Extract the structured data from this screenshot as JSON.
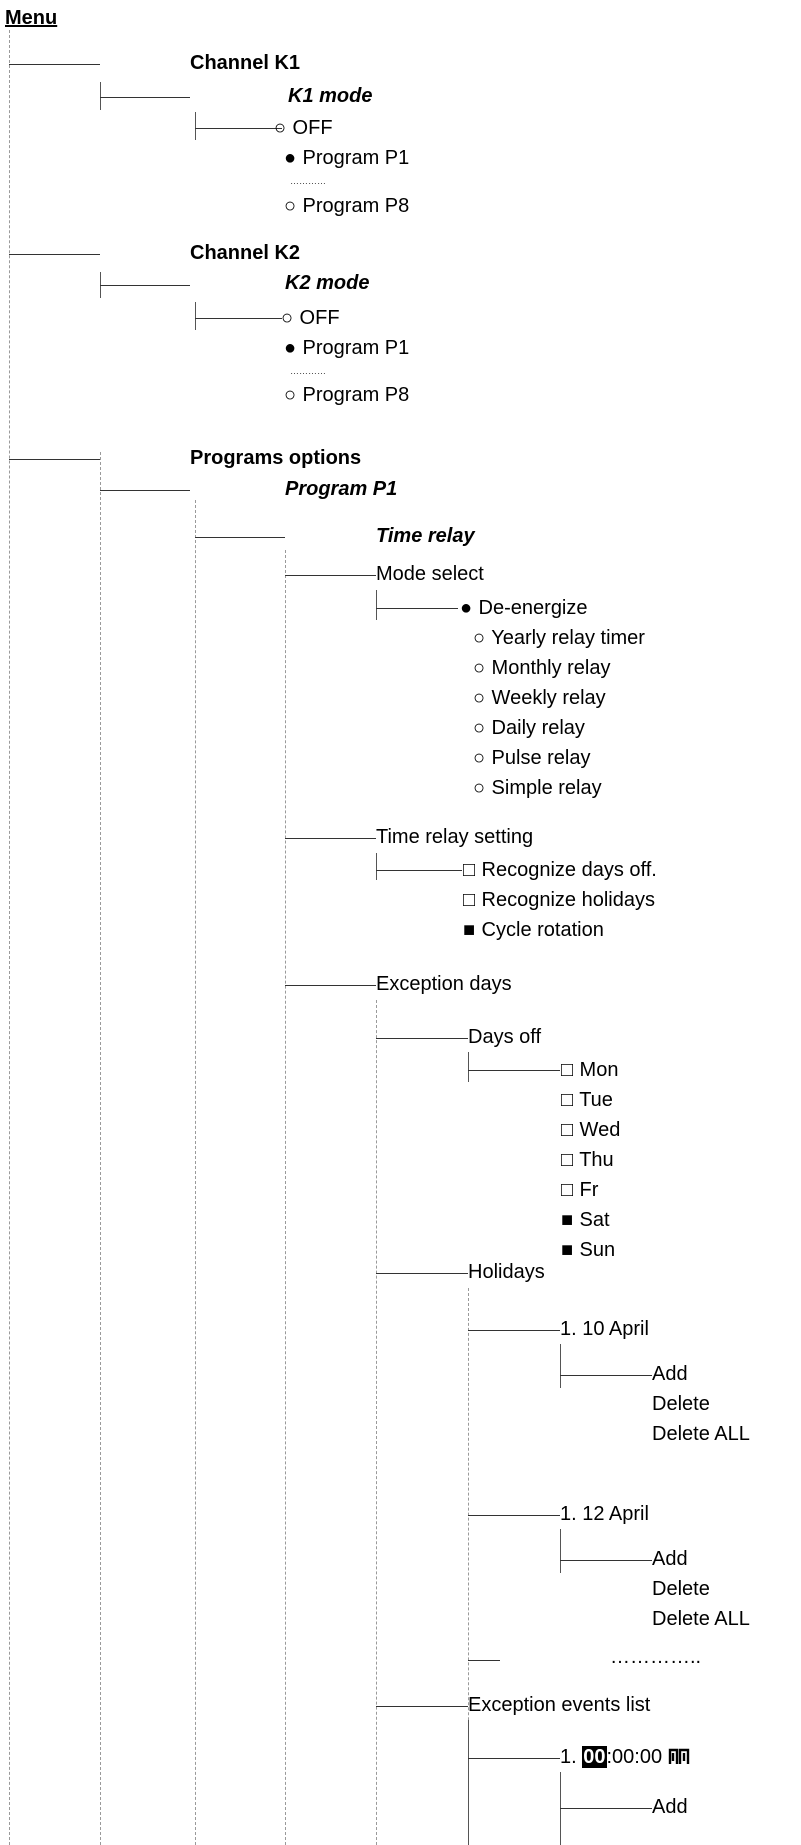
{
  "menu_title": "Menu",
  "channel_k1": {
    "title": "Channel K1",
    "mode_title": "K1 mode",
    "options": [
      {
        "symbol": "○",
        "label": "OFF"
      },
      {
        "symbol": "●",
        "label": "Program P1"
      },
      {
        "symbol": "○",
        "label": "Program P8"
      }
    ],
    "ellipsis": "…………"
  },
  "channel_k2": {
    "title": "Channel K2",
    "mode_title": "K2 mode",
    "options": [
      {
        "symbol": "○",
        "label": "OFF"
      },
      {
        "symbol": "●",
        "label": "Program P1"
      },
      {
        "symbol": "○",
        "label": "Program P8"
      }
    ],
    "ellipsis": "…………"
  },
  "programs": {
    "title": "Programs options",
    "program": "Program P1",
    "time_relay": "Time relay",
    "mode_select": {
      "title": "Mode select",
      "options": [
        {
          "symbol": "●",
          "label": "De-energize"
        },
        {
          "symbol": "○",
          "label": "Yearly relay timer"
        },
        {
          "symbol": "○",
          "label": "Monthly relay"
        },
        {
          "symbol": "○",
          "label": "Weekly relay"
        },
        {
          "symbol": "○",
          "label": "Daily relay"
        },
        {
          "symbol": "○",
          "label": "Pulse relay"
        },
        {
          "symbol": "○",
          "label": "Simple relay"
        }
      ]
    },
    "time_relay_setting": {
      "title": "Time relay setting",
      "options": [
        {
          "symbol": "□",
          "label": "Recognize days off."
        },
        {
          "symbol": "□",
          "label": "Recognize holidays"
        },
        {
          "symbol": "■",
          "label": "Cycle rotation"
        }
      ]
    },
    "exception_days": {
      "title": "Exception days",
      "days_off": {
        "title": "Days off",
        "days": [
          {
            "symbol": "□",
            "label": "Mon"
          },
          {
            "symbol": "□",
            "label": "Tue"
          },
          {
            "symbol": "□",
            "label": "Wed"
          },
          {
            "symbol": "□",
            "label": "Thu"
          },
          {
            "symbol": "□",
            "label": "Fr"
          },
          {
            "symbol": "■",
            "label": "Sat"
          },
          {
            "symbol": "■",
            "label": "Sun"
          }
        ]
      },
      "holidays": {
        "title": "Holidays",
        "entries": [
          {
            "label": "1. 10 April",
            "actions": [
              "Add",
              "Delete",
              "Delete ALL"
            ]
          },
          {
            "label": "1. 12 April",
            "actions": [
              "Add",
              "Delete",
              "Delete ALL"
            ]
          }
        ],
        "ellipsis": "………….."
      },
      "exception_events": {
        "title": "Exception events list",
        "entry_prefix": "1.",
        "entry_highlight": "00",
        "entry_rest": ":00:00",
        "entry_icon": "relay-switch-icon",
        "actions": [
          "Add"
        ]
      }
    }
  }
}
